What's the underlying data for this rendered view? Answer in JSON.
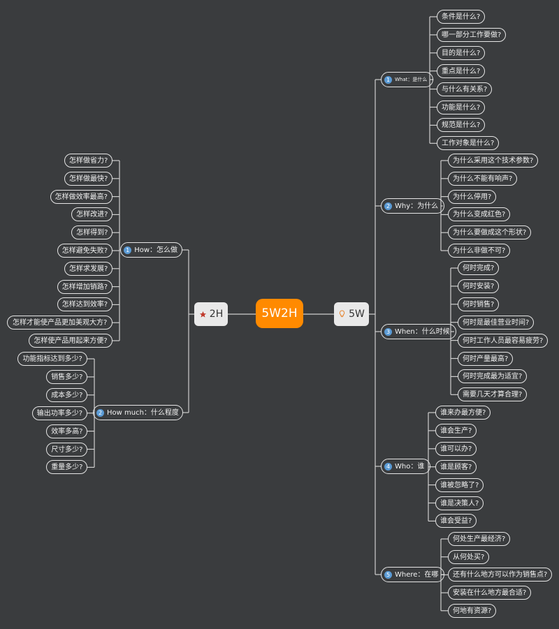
{
  "center": "5W2H",
  "hub_2h": "2H",
  "hub_5w": "5W",
  "left_branches": [
    {
      "num": "1",
      "label": "How：怎么做",
      "leaves": [
        "怎样做省力?",
        "怎样做最快?",
        "怎样做效率最高?",
        "怎样改进?",
        "怎样得到?",
        "怎样避免失败?",
        "怎样求发展?",
        "怎样增加销路?",
        "怎样达到效率?",
        "怎样才能使产品更加美观大方?",
        "怎样使产品用起来方便?"
      ]
    },
    {
      "num": "2",
      "label": "How much：什么程度",
      "leaves": [
        "功能指标达到多少?",
        "销售多少?",
        "成本多少?",
        "输出功率多少?",
        "效率多高?",
        "尺寸多少?",
        "重量多少?"
      ]
    }
  ],
  "right_branches": [
    {
      "num": "1",
      "label": "What：是什么",
      "leaves": [
        "条件是什么?",
        "哪一部分工作要做?",
        "目的是什么?",
        "重点是什么?",
        "与什么有关系?",
        "功能是什么?",
        "规范是什么?",
        "工作对象是什么?"
      ]
    },
    {
      "num": "2",
      "label": "Why：为什么",
      "leaves": [
        "为什么采用这个技术参数?",
        "为什么不能有响声?",
        "为什么停用?",
        "为什么变成红色?",
        "为什么要做成这个形状?",
        "为什么非做不可?"
      ]
    },
    {
      "num": "3",
      "label": "When：什么时候",
      "leaves": [
        "何时完成?",
        "何时安装?",
        "何时销售?",
        "何时是最佳营业时间?",
        "何时工作人员最容易疲劳?",
        "何时产量最高?",
        "何时完成最为适宜?",
        "需要几天才算合理?"
      ]
    },
    {
      "num": "4",
      "label": "Who：谁",
      "leaves": [
        "谁来办最方便?",
        "谁会生产?",
        "谁可以办?",
        "谁是顾客?",
        "谁被忽略了?",
        "谁是决策人?",
        "谁会受益?"
      ]
    },
    {
      "num": "5",
      "label": "Where：在哪",
      "leaves": [
        "何处生产最经济?",
        "从何处买?",
        "还有什么地方可以作为销售点?",
        "安装在什么地方最合适?",
        "何地有资源?"
      ]
    }
  ]
}
